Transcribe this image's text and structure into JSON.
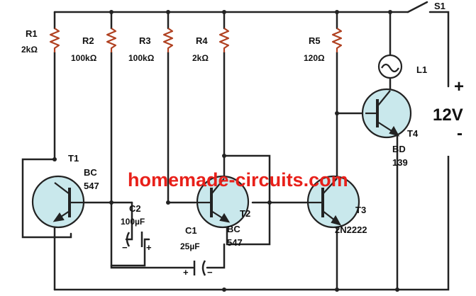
{
  "diagram": {
    "watermark": "homemade-circuits.com",
    "colors": {
      "wire": "#222222",
      "transistor_fill": "#c9e8ec",
      "watermark": "#e8201a",
      "resistor": "#b04020"
    },
    "resistors": [
      {
        "ref": "R1",
        "value": "2kΩ"
      },
      {
        "ref": "R2",
        "value": "100kΩ"
      },
      {
        "ref": "R3",
        "value": "100kΩ"
      },
      {
        "ref": "R4",
        "value": "2kΩ"
      },
      {
        "ref": "R5",
        "value": "120Ω"
      }
    ],
    "transistors": [
      {
        "ref": "T1",
        "type_line1": "BC",
        "type_line2": "547"
      },
      {
        "ref": "T2",
        "type_line1": "BC",
        "type_line2": "547"
      },
      {
        "ref": "T3",
        "type_line1": "2N2222"
      },
      {
        "ref": "T4",
        "type_line1": "BD",
        "type_line2": "139"
      }
    ],
    "capacitors": [
      {
        "ref": "C2",
        "value": "100µF",
        "neg": "−",
        "pos": "+"
      },
      {
        "ref": "C1",
        "value": "25µF",
        "neg": "+",
        "pos": "−"
      }
    ],
    "lamp": {
      "ref": "L1"
    },
    "switch": {
      "ref": "S1"
    },
    "supply": {
      "voltage": "12V",
      "plus": "+",
      "minus": "-"
    }
  }
}
